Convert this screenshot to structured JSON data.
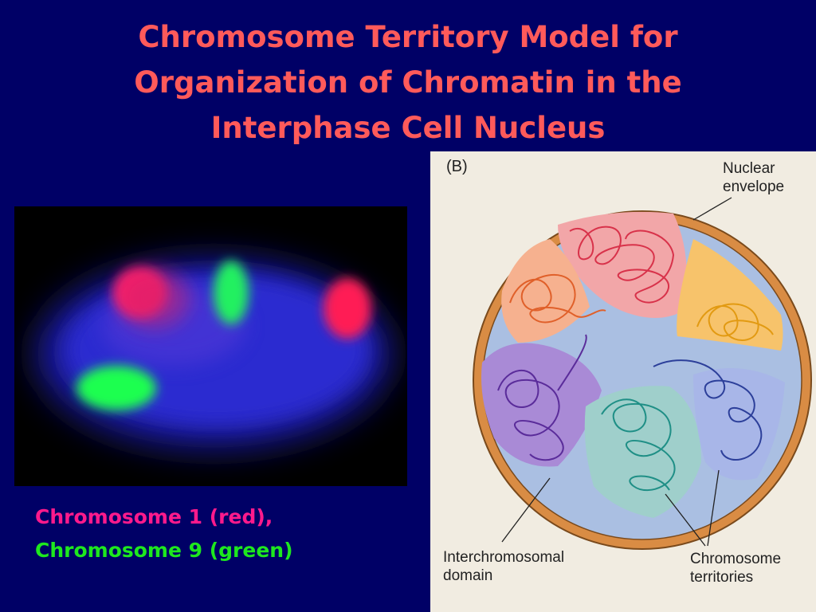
{
  "slide": {
    "title_lines": [
      "Chromosome Territory Model for",
      "Organization of Chromatin in the",
      "Interphase Cell Nucleus"
    ],
    "background_color": "#000066",
    "title_color": "#ff5a5a"
  },
  "caption": {
    "line1": "Chromosome 1 (red),",
    "line2": "Chromosome 9 (green)",
    "line1_color": "#ff1a8c",
    "line2_color": "#1ee81e"
  },
  "diagram": {
    "panel_label": "(B)",
    "nuclear_envelope_lines": [
      "Nuclear",
      "envelope"
    ],
    "interchromosomal_lines": [
      "Interchromosomal",
      "domain"
    ],
    "territories_lines": [
      "Chromosome",
      "territories"
    ]
  }
}
